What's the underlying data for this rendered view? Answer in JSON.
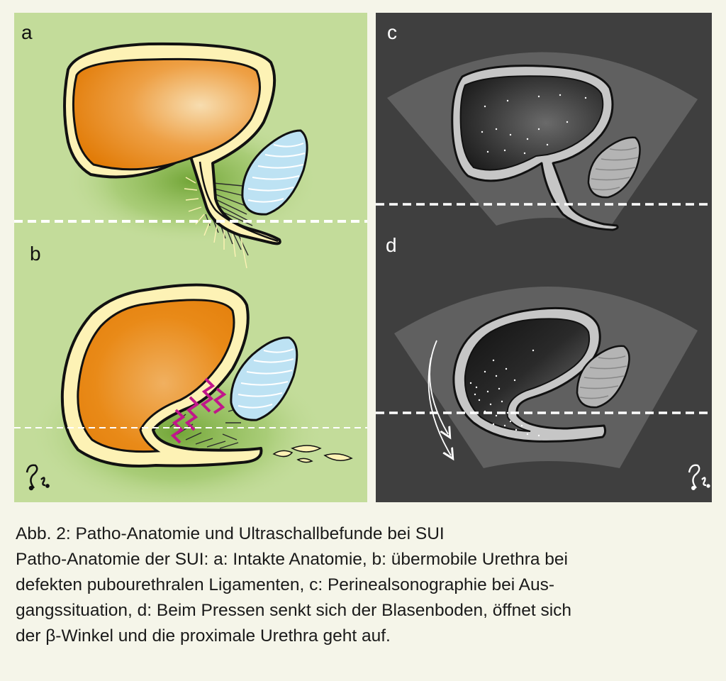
{
  "panels": {
    "a": {
      "label": "a"
    },
    "b": {
      "label": "b"
    },
    "c": {
      "label": "c"
    },
    "d": {
      "label": "d"
    }
  },
  "signature": "?s.",
  "colors": {
    "left_background": "#c3dc9a",
    "left_shadow": "#78ab3c",
    "right_background": "#3f3f3f",
    "ultrasound_fan": "#606060",
    "bladder_fill": "#e8850f",
    "bladder_wall": "#fdf2b5",
    "symphysis": "#bde2f3",
    "ligament_zigzag": "#c0178a"
  },
  "caption": {
    "title": "Abb. 2: Patho-Anatomie und Ultraschallbefunde bei SUI",
    "line1": "Patho-Anatomie der SUI: a: Intakte Anatomie, b: übermobile Urethra bei",
    "line2": "defekten pubourethralen Ligamenten, c: Perinealsonographie bei Aus-",
    "line3": "gangssituation, d: Beim Pressen senkt sich der Blasenboden, öffnet sich",
    "line4": "der β-Winkel und die proximale Urethra geht auf."
  }
}
